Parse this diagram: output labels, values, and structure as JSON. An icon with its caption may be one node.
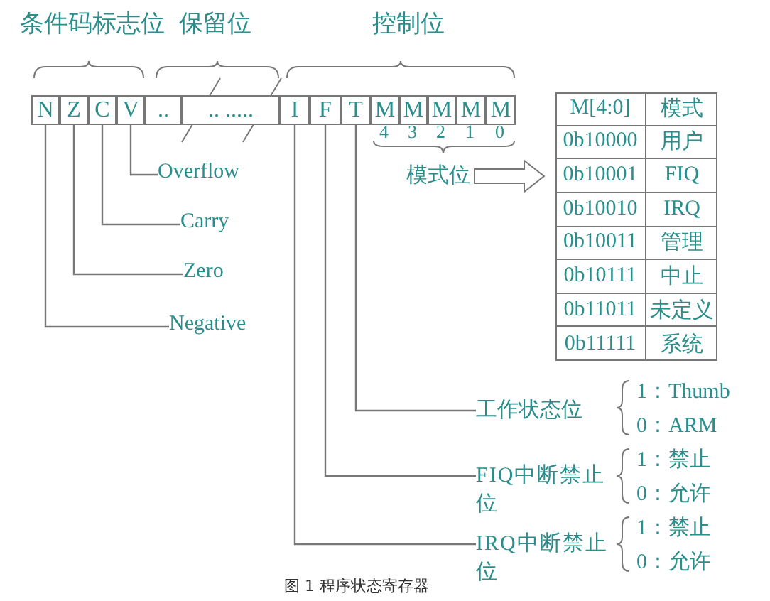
{
  "diagram": {
    "caption": "图 1 程序状态寄存器",
    "nodes": [
      {
        "text": [
          "N"
        ]
      },
      {
        "text": [
          "Z"
        ]
      },
      {
        "text": [
          "C"
        ]
      },
      {
        "text": [
          "V"
        ]
      },
      {
        "text": [
          ".."
        ]
      },
      {
        "text": [
          ".. ....."
        ]
      },
      {
        "text": [
          "I"
        ]
      },
      {
        "text": [
          "F"
        ]
      },
      {
        "text": [
          "T"
        ]
      },
      {
        "text": [
          "M"
        ],
        "beside": [
          "4"
        ]
      },
      {
        "text": [
          "M"
        ],
        "beside": [
          "3"
        ]
      },
      {
        "text": [
          "M"
        ],
        "beside": [
          "2"
        ]
      },
      {
        "text": [
          "M"
        ],
        "beside": [
          "1"
        ]
      },
      {
        "text": [
          "M"
        ],
        "beside": [
          "0"
        ]
      },
      {
        "text": [
          "Overflow"
        ]
      },
      {
        "text": [
          "Carry"
        ]
      },
      {
        "text": [
          "Zero"
        ]
      },
      {
        "text": [
          "Negative"
        ]
      },
      {
        "text": [
          "模式位"
        ]
      },
      {
        "text": [],
        "shape": "box"
      },
      {
        "text": [
          "工作状态位"
        ]
      },
      {
        "text": [
          "FIQ中断禁止位"
        ]
      },
      {
        "text": [
          "IRQ中断禁止位"
        ]
      }
    ],
    "edges": [
      {
        "from": 3,
        "to": 14,
        "arrow": "none"
      },
      {
        "from": 2,
        "to": 15,
        "arrow": "none"
      },
      {
        "from": 1,
        "to": 16,
        "arrow": "none"
      },
      {
        "from": 0,
        "to": 17,
        "arrow": "none"
      },
      {
        "from": 18,
        "to": 19,
        "arrow": "to"
      },
      {
        "from": 8,
        "to": 20,
        "arrow": "none"
      },
      {
        "from": 7,
        "to": 21,
        "arrow": "none"
      },
      {
        "from": 6,
        "to": 22,
        "arrow": "none"
      }
    ],
    "labels": [
      "条件码标志位",
      "保留位",
      "控制位",
      "M[4:0]",
      "模式",
      "0b10000",
      "用户",
      "0b10001",
      "FIQ",
      "0b10010",
      "IRQ",
      "0b10011",
      "管理",
      "0b10111",
      "中止",
      "0b11011",
      "未定义",
      "0b11111",
      "系统",
      "1：Thumb",
      "0：ARM",
      "1：禁止",
      "0：允许",
      "1：禁止",
      "0：允许"
    ]
  }
}
